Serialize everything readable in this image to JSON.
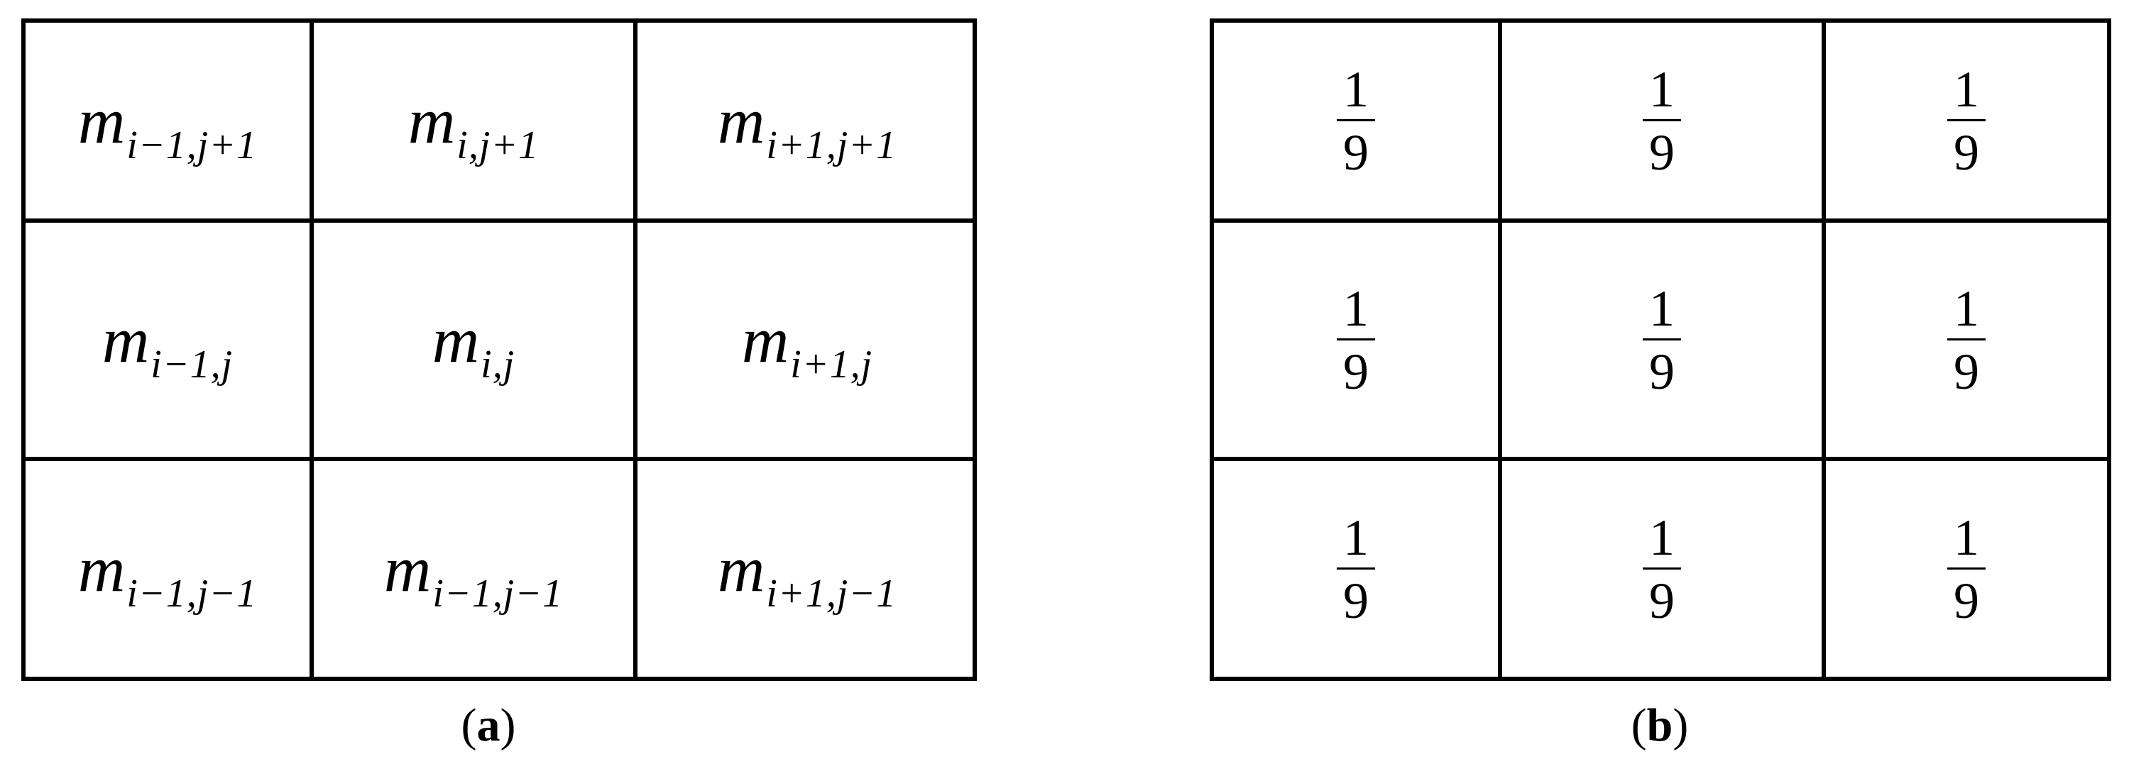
{
  "panel_a": {
    "caption": {
      "open": "(",
      "letter": "a",
      "close": ")"
    },
    "rows": [
      [
        {
          "base": "m",
          "sub": "i−1,j+1"
        },
        {
          "base": "m",
          "sub": "i,j+1"
        },
        {
          "base": "m",
          "sub": "i+1,j+1"
        }
      ],
      [
        {
          "base": "m",
          "sub": "i−1,j"
        },
        {
          "base": "m",
          "sub": "i,j"
        },
        {
          "base": "m",
          "sub": "i+1,j"
        }
      ],
      [
        {
          "base": "m",
          "sub": "i−1,j−1"
        },
        {
          "base": "m",
          "sub": "i−1,j−1"
        },
        {
          "base": "m",
          "sub": "i+1,j−1"
        }
      ]
    ]
  },
  "panel_b": {
    "caption": {
      "open": "(",
      "letter": "b",
      "close": ")"
    },
    "rows": [
      [
        {
          "num": "1",
          "den": "9"
        },
        {
          "num": "1",
          "den": "9"
        },
        {
          "num": "1",
          "den": "9"
        }
      ],
      [
        {
          "num": "1",
          "den": "9"
        },
        {
          "num": "1",
          "den": "9"
        },
        {
          "num": "1",
          "den": "9"
        }
      ],
      [
        {
          "num": "1",
          "den": "9"
        },
        {
          "num": "1",
          "den": "9"
        },
        {
          "num": "1",
          "den": "9"
        }
      ]
    ]
  }
}
